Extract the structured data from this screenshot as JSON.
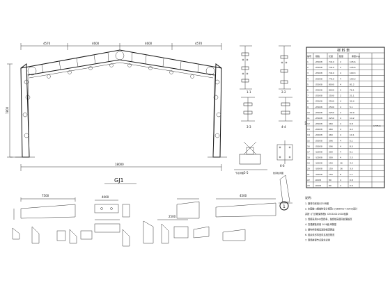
{
  "frame": {
    "title": "GJ1",
    "total_span": "18000",
    "top_dims": [
      "4570",
      "4600",
      "4600",
      "4570"
    ],
    "height_dim": "7800"
  },
  "sections": [
    "1-1",
    "2-2",
    "3-3",
    "4-4",
    "5-5",
    "6-6"
  ],
  "detail_labels": [
    "节点详图",
    "抗风柱详图"
  ],
  "table": {
    "title": "材 料 表",
    "headers": [
      "编号",
      "规格",
      "长度",
      "数量",
      "重量(kg)"
    ],
    "rows": [
      [
        "1",
        "-250X8",
        "7410",
        "2",
        "145.6"
      ],
      [
        "2",
        "-250X8",
        "7410",
        "2",
        "145.6"
      ],
      [
        "3",
        "-250X8",
        "7410",
        "4",
        "190.3"
      ],
      [
        "4",
        "-250X8",
        "7410",
        "4",
        "190.3"
      ],
      [
        "5",
        "-250X8",
        "8000",
        "4",
        "81.2"
      ],
      [
        "6",
        "-250X8",
        "8000",
        "2",
        "76.1"
      ],
      [
        "7",
        "-250X8",
        "2500",
        "2",
        "21.1"
      ],
      [
        "8",
        "-250X8",
        "2500",
        "4",
        "30.4"
      ],
      [
        "9",
        "-250X8",
        "2500",
        "4",
        "5.1"
      ],
      [
        "10",
        "-250X8",
        "2250",
        "2",
        "30.9"
      ],
      [
        "11",
        "-250X8",
        "2250",
        "4",
        "14.2"
      ],
      [
        "12",
        "-250X8",
        "460",
        "4",
        "6.8"
      ],
      [
        "13",
        "-200X8",
        "460",
        "4",
        "4.2"
      ],
      [
        "14",
        "-200X8",
        "460",
        "4",
        "10.1"
      ],
      [
        "15",
        "-200X8",
        "396",
        "4",
        "5.1"
      ],
      [
        "16",
        "-200X8",
        "396",
        "4",
        "8.0"
      ],
      [
        "17",
        "-120X8",
        "300",
        "4",
        "6.1"
      ],
      [
        "18",
        "-120X8",
        "300",
        "4",
        "2.5"
      ],
      [
        "19",
        "-100X8",
        "150",
        "16",
        "4.2"
      ],
      [
        "20",
        "-100X8",
        "150",
        "16",
        "3.0"
      ],
      [
        "21",
        "-100X8",
        "150",
        "8",
        "1.1"
      ],
      [
        "22",
        "-60X8",
        "80",
        "4",
        "0.8"
      ],
      [
        "23",
        "-60X8",
        "80",
        "4",
        "0.6"
      ]
    ],
    "side_total": "1775.6",
    "side_label": "合计"
  },
  "notes": {
    "heading": "说明：",
    "lines": [
      "1. 钢材均采用Q235B钢",
      "2. 本图按《钢结构设计规范》(GB50017-2003)设计",
      "   并按《门式刚架规程》CECS102:2002验算",
      "3. 焊接采用E43型焊条，角焊缝高度同较薄板厚",
      "4. 高强螺栓采用 10.9级 摩擦型",
      "5. 钢构件除锈后涂防锈漆两道",
      "6. 其余未尽事宜详见相关规范",
      "7. 现场拼接节点需先试拼"
    ]
  },
  "bottom_dims": [
    "7500",
    "4000",
    "4500",
    "2500"
  ],
  "circle_label": "1"
}
